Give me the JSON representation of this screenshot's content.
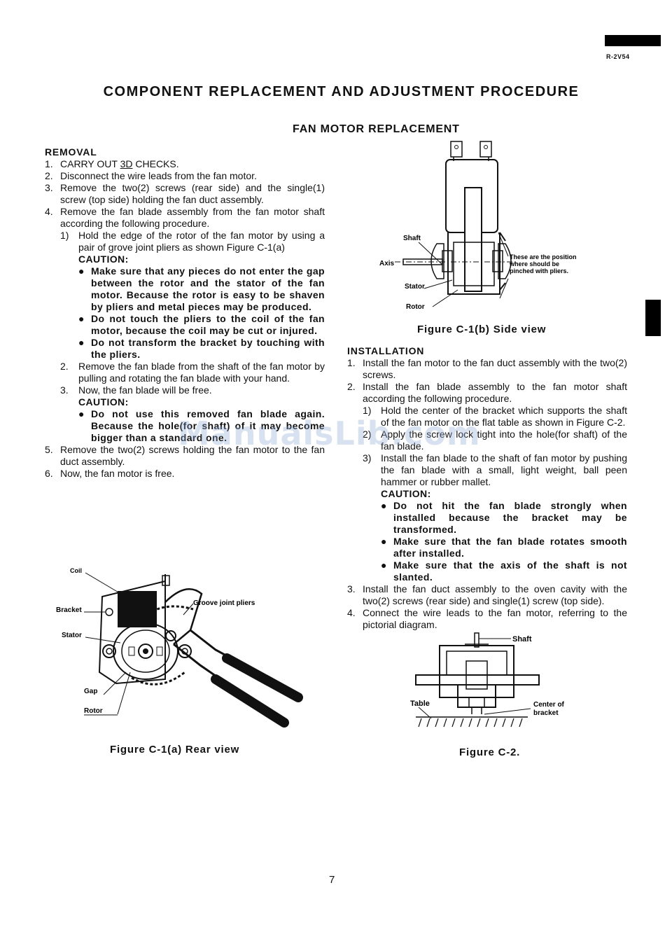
{
  "header": {
    "model": "R-2V54",
    "title": "COMPONENT REPLACEMENT AND ADJUSTMENT PROCEDURE",
    "subtitle": "FAN MOTOR REPLACEMENT"
  },
  "removal": {
    "heading": "REMOVAL",
    "step1_num": "1.",
    "step1_pre": "CARRY OUT ",
    "step1_underlined": "3D",
    "step1_post": " CHECKS.",
    "step2_num": "2.",
    "step2": "Disconnect the wire leads from the fan motor.",
    "step3_num": "3.",
    "step3": "Remove the two(2) screws (rear side) and the single(1) screw (top side) holding the fan duct assembly.",
    "step4_num": "4.",
    "step4": "Remove the fan blade assembly from the fan motor shaft according the following procedure.",
    "sub1_num": "1)",
    "sub1": "Hold the edge of the rotor of the fan motor by using a pair of grove joint pliers as shown Figure C-1(a)",
    "caution1_label": "CAUTION:",
    "caution1_items": [
      "Make sure that any pieces do not enter the gap between the rotor and the stator of the fan motor. Because the rotor is easy to be shaven by pliers and metal pieces may be produced.",
      "Do not touch the pliers to the coil of the fan motor, because the coil may be cut or injured.",
      "Do not transform the bracket by touching with the pliers."
    ],
    "sub2_num": "2.",
    "sub2": "Remove the fan blade from the shaft of the fan motor by pulling and rotating the fan blade with your hand.",
    "sub3_num": "3.",
    "sub3": "Now, the fan blade will be free.",
    "caution2_label": "CAUTION:",
    "caution2_items": [
      "Do not use this removed fan blade again. Because the hole(for shaft) of it may become bigger than a standard one."
    ],
    "step5_num": "5.",
    "step5": "Remove the two(2) screws holding the fan motor to the fan duct assembly.",
    "step6_num": "6.",
    "step6": "Now, the fan motor is free."
  },
  "figure_side": {
    "labels": {
      "shaft": "Shaft",
      "axis": "Axis",
      "stator": "Stator",
      "rotor": "Rotor",
      "note_line1": "These are the position",
      "note_line2": "where should be",
      "note_line3": "pinched with pliers."
    },
    "caption": "Figure C-1(b) Side view"
  },
  "installation": {
    "heading": "INSTALLATION",
    "step1_num": "1.",
    "step1": "Install the fan motor to the fan duct assembly with the two(2) screws.",
    "step2_num": "2.",
    "step2": "Install the fan blade assembly to the fan motor shaft according the following procedure.",
    "sub1_num": "1)",
    "sub1": "Hold the center of the bracket which supports the shaft of the fan motor on the flat table as shown in Figure C-2.",
    "sub2_num": "2)",
    "sub2": "Apply the screw lock tight into the hole(for shaft) of the fan blade.",
    "sub3_num": "3)",
    "sub3": "Install the fan blade to the shaft of fan motor by pushing the fan blade with a small, light weight, ball peen hammer or rubber mallet.",
    "caution_label": "CAUTION:",
    "caution_items": [
      "Do not hit the fan blade strongly when installed because the bracket may be transformed.",
      "Make sure that the fan blade rotates smooth after installed.",
      "Make sure that the axis of the shaft is not slanted."
    ],
    "step3_num": "3.",
    "step3": "Install the fan duct assembly to the oven cavity with the two(2) screws (rear side) and single(1) screw (top side).",
    "step4_num": "4.",
    "step4": "Connect the wire leads to the fan motor, referring to the pictorial diagram."
  },
  "figure_rear": {
    "labels": {
      "coil": "Coil",
      "bracket": "Bracket",
      "stator": "Stator",
      "gap": "Gap",
      "rotor": "Rotor",
      "pliers": "Groove joint pliers"
    },
    "caption": "Figure C-1(a) Rear view"
  },
  "figure_c2": {
    "labels": {
      "shaft": "Shaft",
      "table": "Table",
      "center_line1": "Center of",
      "center_line2": "bracket"
    },
    "caption": "Figure C-2."
  },
  "watermark": "ManualsLib.com",
  "page_number": "7"
}
